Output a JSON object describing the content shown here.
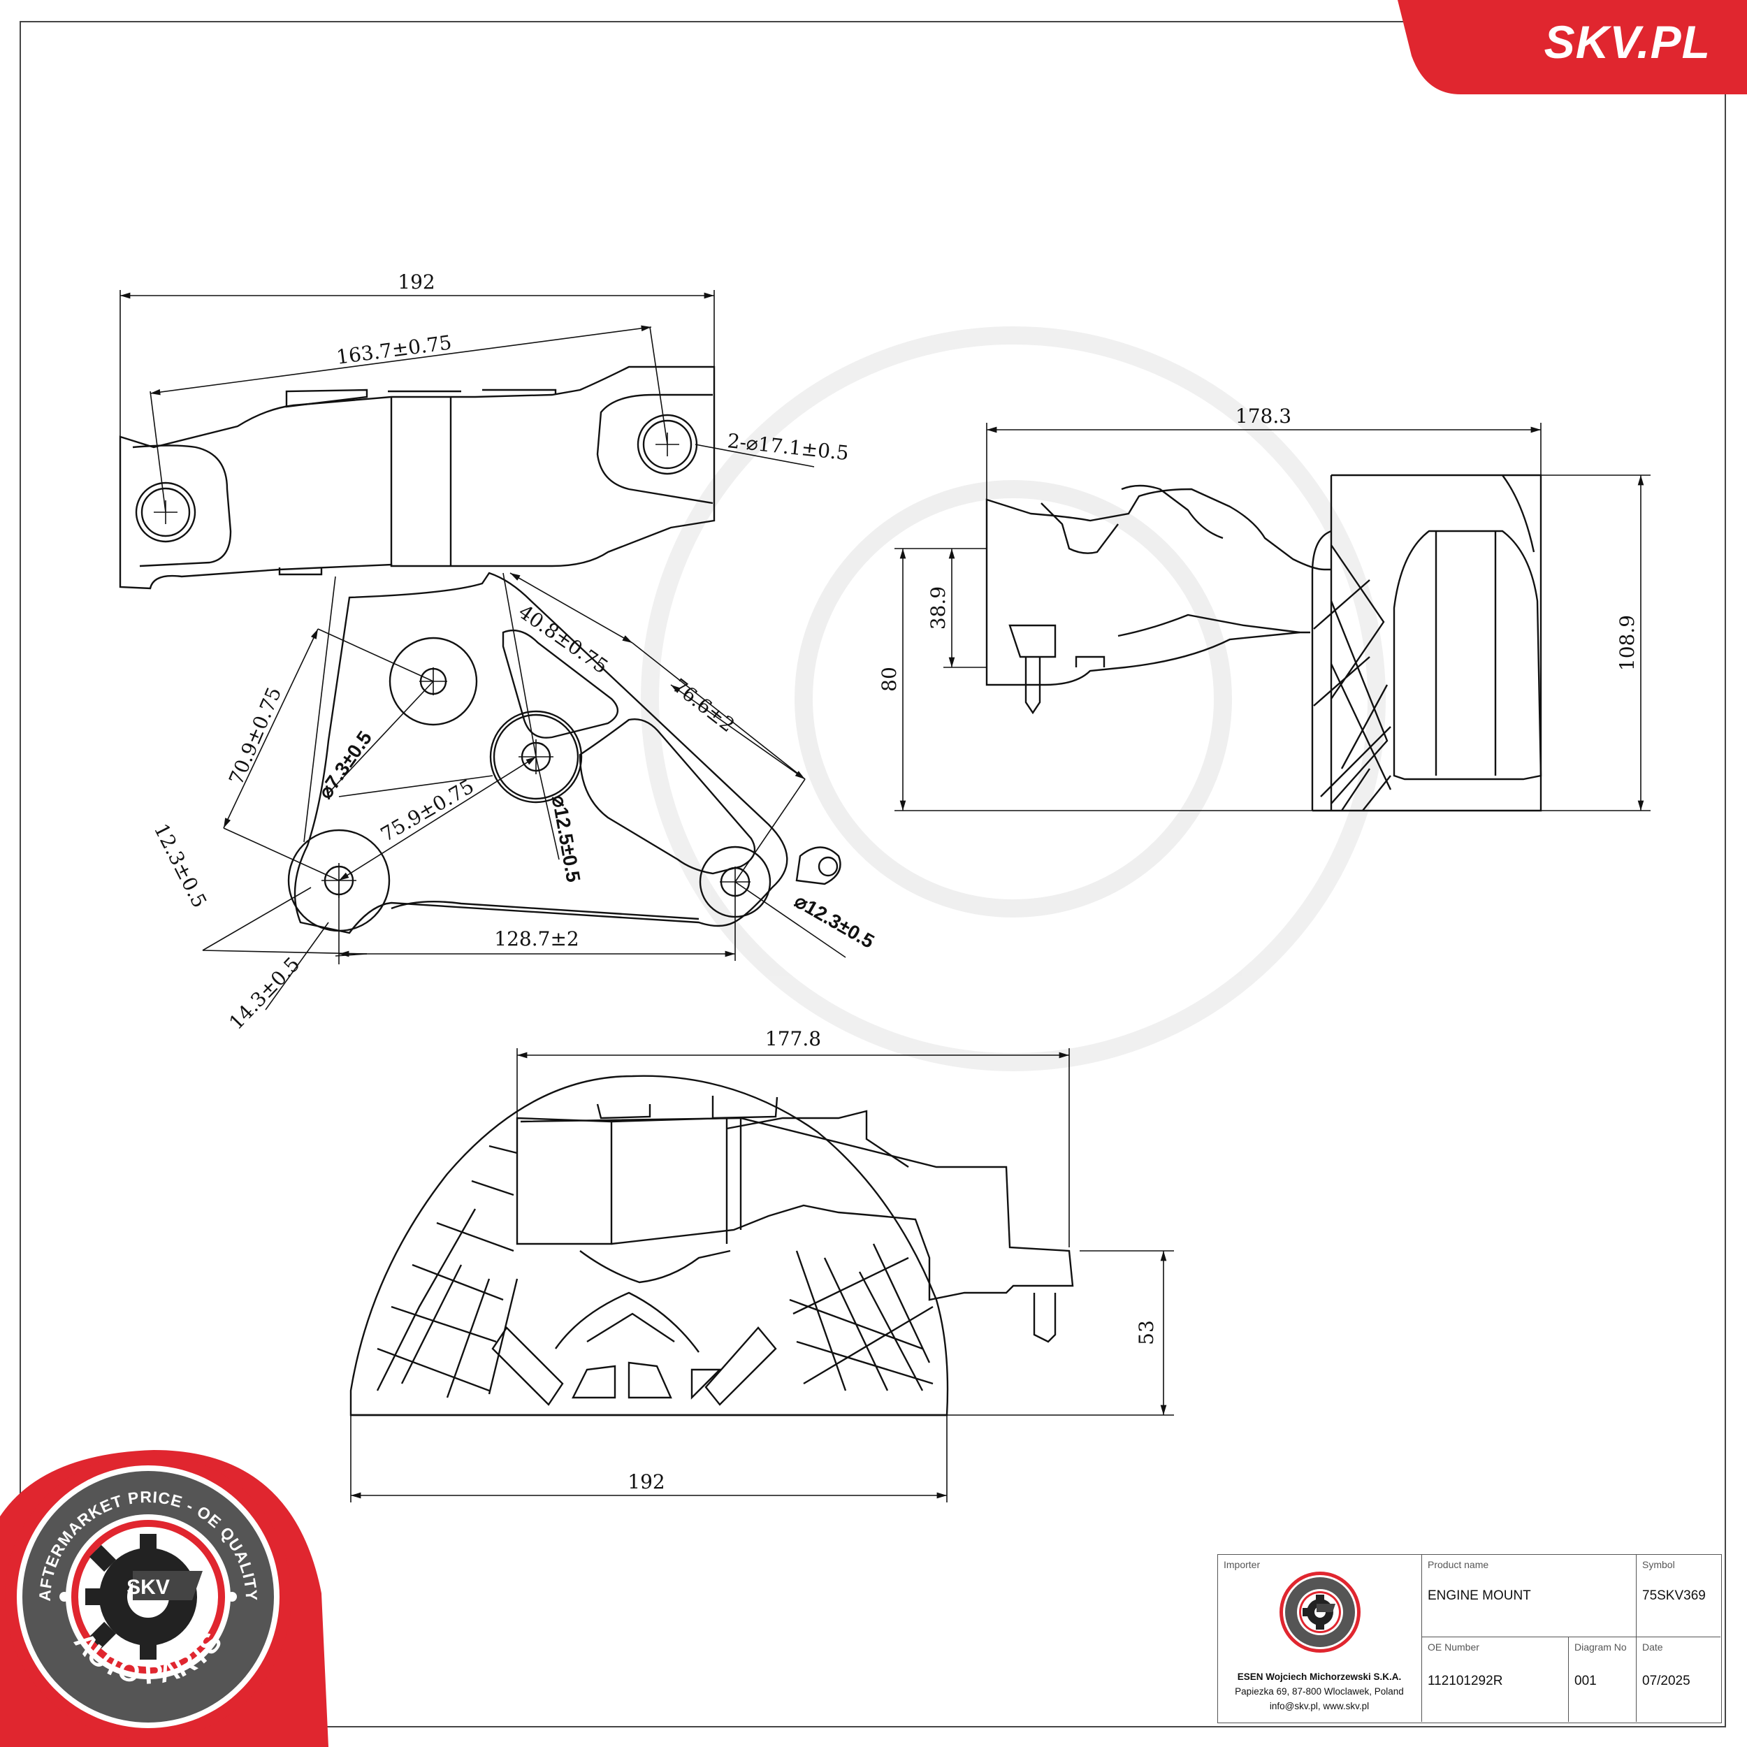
{
  "brand": {
    "logo_text": "SKV.PL",
    "accent_color": "#e0262f"
  },
  "seal": {
    "outer_ring_text": "AFTERMARKET PRICE - OE QUALITY",
    "bottom_text": "AUTO PARTS",
    "center_text": "SKV"
  },
  "views": {
    "top": {
      "overall_width": "192",
      "hole_spacing": "163.7±0.75",
      "hole_callout": "2-⌀17.1±0.5"
    },
    "bracket": {
      "dim_a": "40.8±0.75",
      "dim_b": "76.6±2",
      "dim_c": "70.9±0.75",
      "hole_small": "⌀7.3±0.5",
      "dim_d": "75.9±0.75",
      "hole_center": "⌀12.5±0.5",
      "dim_e": "12.3±0.5",
      "dim_f": "128.7±2",
      "hole_right": "⌀12.3±0.5",
      "dim_g": "14.3±0.5"
    },
    "side": {
      "width": "178.3",
      "stud_height": "38.9",
      "body_height": "80",
      "overall_height": "108.9"
    },
    "front": {
      "top_width": "177.8",
      "height": "53",
      "base_width": "192"
    }
  },
  "title_block": {
    "importer_label": "Importer",
    "importer_name": "ESEN Wojciech Michorzewski S.K.A.",
    "importer_address": "Papiezka 69, 87-800 Wloclawek, Poland",
    "importer_contact": "info@skv.pl, www.skv.pl",
    "product_name_label": "Product name",
    "product_name": "ENGINE MOUNT",
    "symbol_label": "Symbol",
    "symbol": "75SKV369",
    "oe_number_label": "OE Number",
    "oe_number": "112101292R",
    "diagram_no_label": "Diagram No",
    "diagram_no": "001",
    "date_label": "Date",
    "date": "07/2025"
  }
}
